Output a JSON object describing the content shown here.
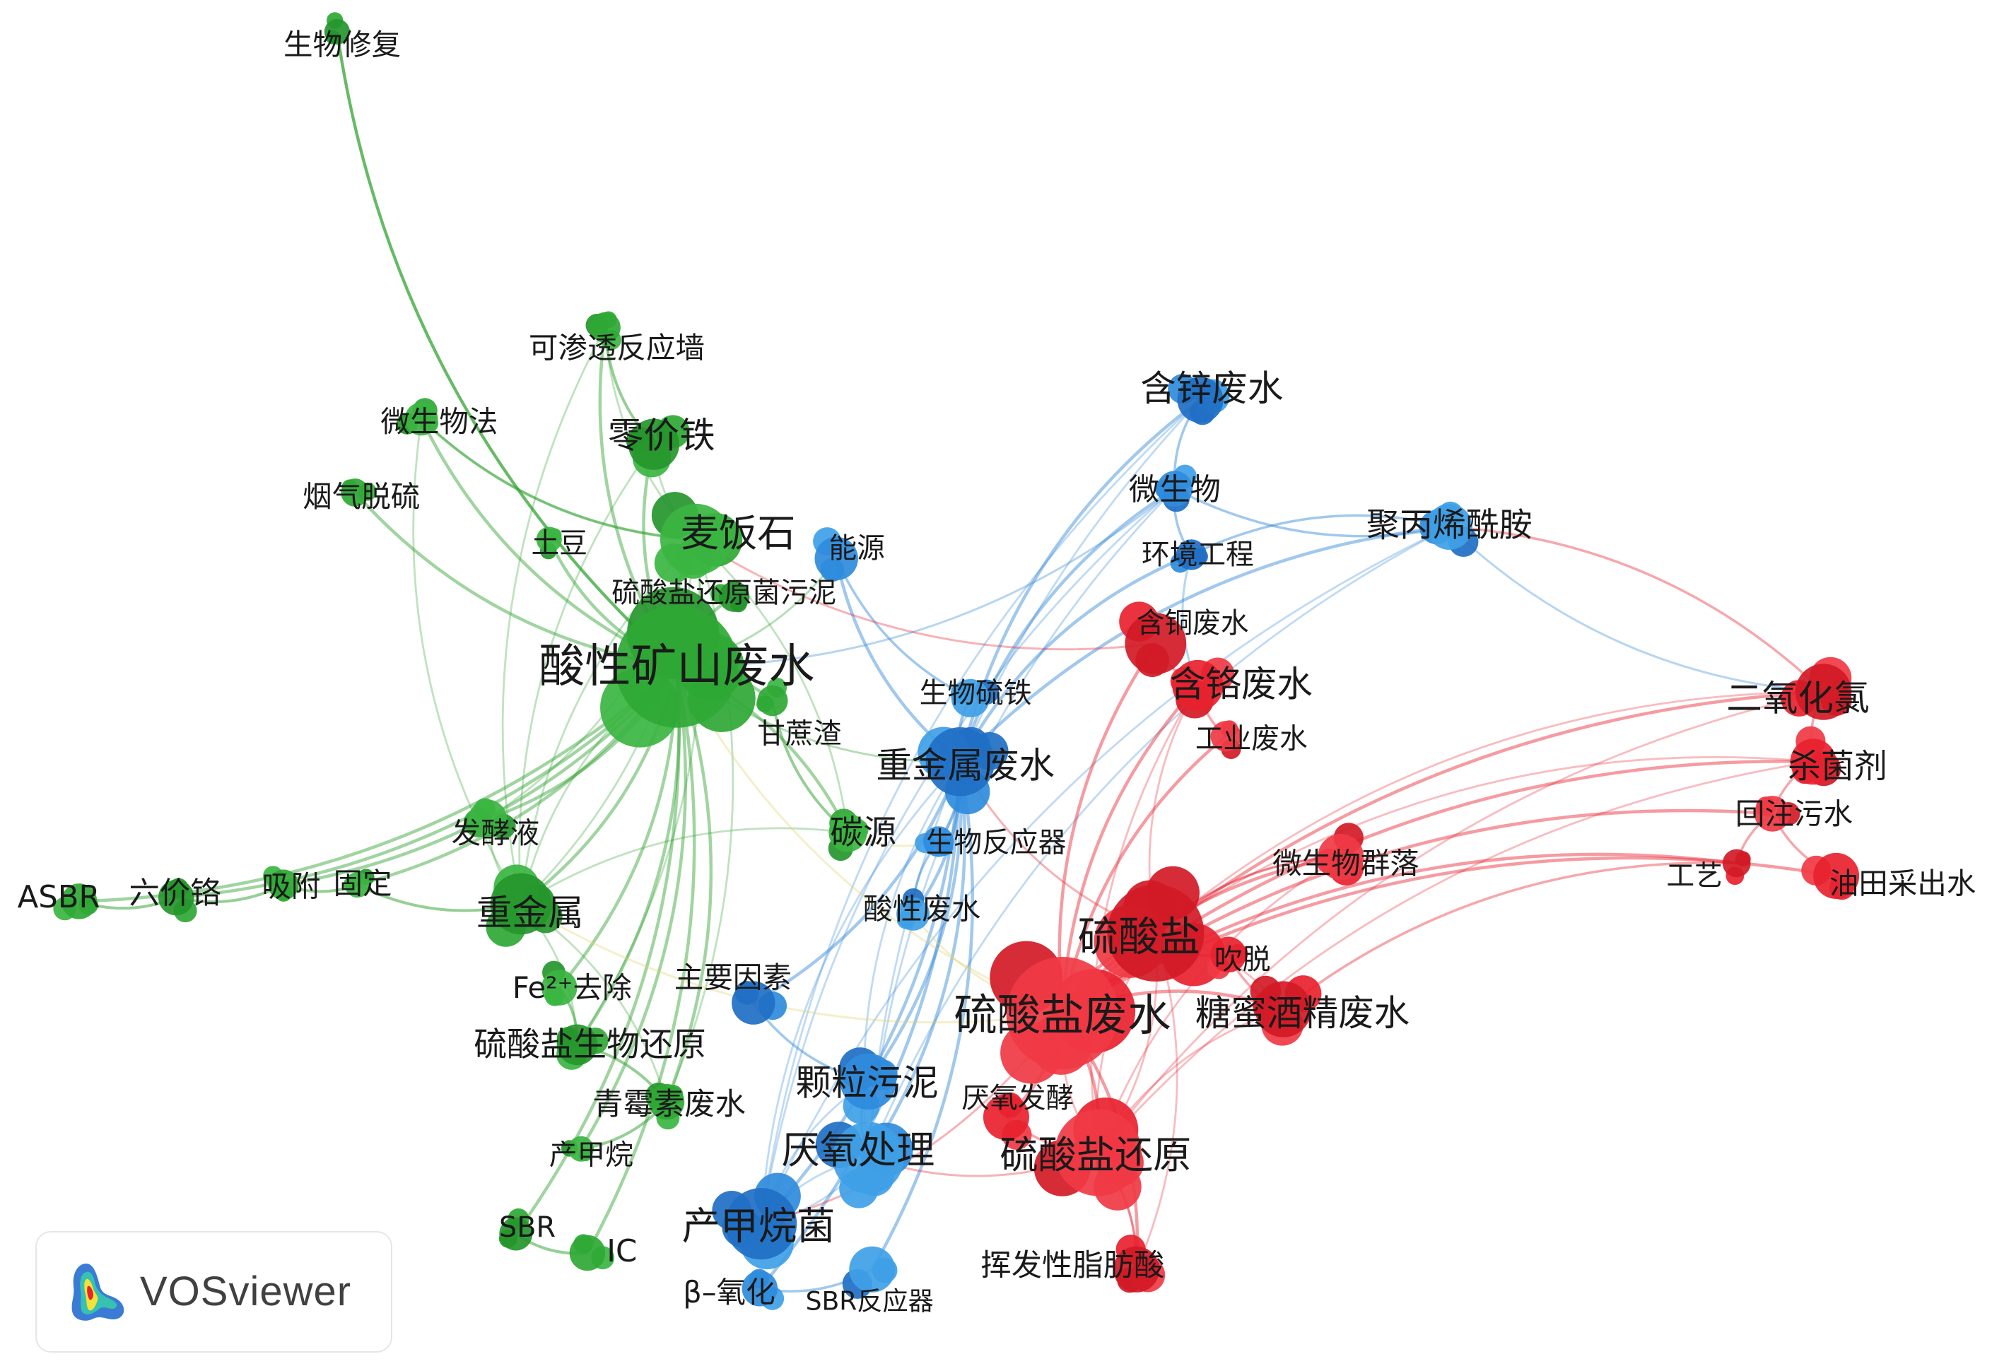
{
  "palette": {
    "green": "#2ca02c",
    "blue": "#2e86d6",
    "red": "#e8222f",
    "edge_yellow": "#e0d26a"
  },
  "nodes": [
    {
      "id": "n1",
      "label": "酸性矿山废水",
      "cluster": "green",
      "weight": 5
    },
    {
      "id": "n2",
      "label": "麦饭石",
      "cluster": "green",
      "weight": 3
    },
    {
      "id": "n3",
      "label": "零价铁",
      "cluster": "green",
      "weight": 2
    },
    {
      "id": "n4",
      "label": "可渗透反应墙",
      "cluster": "green",
      "weight": 2
    },
    {
      "id": "n5",
      "label": "微生物法",
      "cluster": "green",
      "weight": 2
    },
    {
      "id": "n6",
      "label": "生物修复",
      "cluster": "green",
      "weight": 1
    },
    {
      "id": "n7",
      "label": "烟气脱硫",
      "cluster": "green",
      "weight": 1
    },
    {
      "id": "n8",
      "label": "土豆",
      "cluster": "green",
      "weight": 1
    },
    {
      "id": "n9",
      "label": "硫酸盐还原菌污泥",
      "cluster": "green",
      "weight": 1
    },
    {
      "id": "n10",
      "label": "甘蔗渣",
      "cluster": "green",
      "weight": 1
    },
    {
      "id": "n11",
      "label": "发酵液",
      "cluster": "green",
      "weight": 2
    },
    {
      "id": "n12",
      "label": "重金属",
      "cluster": "green",
      "weight": 3
    },
    {
      "id": "n13",
      "label": "吸附",
      "cluster": "green",
      "weight": 1
    },
    {
      "id": "n14",
      "label": "固定",
      "cluster": "green",
      "weight": 1
    },
    {
      "id": "n15",
      "label": "六价铬",
      "cluster": "green",
      "weight": 1
    },
    {
      "id": "n16",
      "label": "ASBR",
      "cluster": "green",
      "weight": 1
    },
    {
      "id": "n17",
      "label": "Fe²⁺去除",
      "cluster": "green",
      "weight": 1
    },
    {
      "id": "n18",
      "label": "硫酸盐生物还原",
      "cluster": "green",
      "weight": 2
    },
    {
      "id": "n19",
      "label": "青霉素废水",
      "cluster": "green",
      "weight": 2
    },
    {
      "id": "n20",
      "label": "产甲烷",
      "cluster": "green",
      "weight": 1
    },
    {
      "id": "n21",
      "label": "SBR",
      "cluster": "green",
      "weight": 1
    },
    {
      "id": "n22",
      "label": "IC",
      "cluster": "green",
      "weight": 1
    },
    {
      "id": "n23",
      "label": "碳源",
      "cluster": "green",
      "weight": 2
    },
    {
      "id": "n24",
      "label": "含锌废水",
      "cluster": "blue",
      "weight": 2
    },
    {
      "id": "n25",
      "label": "微生物",
      "cluster": "blue",
      "weight": 2
    },
    {
      "id": "n26",
      "label": "聚丙烯酰胺",
      "cluster": "blue",
      "weight": 2
    },
    {
      "id": "n27",
      "label": "环境工程",
      "cluster": "blue",
      "weight": 1
    },
    {
      "id": "n28",
      "label": "能源",
      "cluster": "blue",
      "weight": 1
    },
    {
      "id": "n29",
      "label": "生物硫铁",
      "cluster": "blue",
      "weight": 1
    },
    {
      "id": "n30",
      "label": "重金属废水",
      "cluster": "blue",
      "weight": 3
    },
    {
      "id": "n31",
      "label": "生物反应器",
      "cluster": "blue",
      "weight": 1
    },
    {
      "id": "n32",
      "label": "酸性废水",
      "cluster": "blue",
      "weight": 1
    },
    {
      "id": "n33",
      "label": "主要因素",
      "cluster": "blue",
      "weight": 1
    },
    {
      "id": "n34",
      "label": "颗粒污泥",
      "cluster": "blue",
      "weight": 2
    },
    {
      "id": "n35",
      "label": "厌氧处理",
      "cluster": "blue",
      "weight": 3
    },
    {
      "id": "n36",
      "label": "产甲烷菌",
      "cluster": "blue",
      "weight": 3
    },
    {
      "id": "n37",
      "label": "β–氧化",
      "cluster": "blue",
      "weight": 1
    },
    {
      "id": "n38",
      "label": "SBR反应器",
      "cluster": "blue",
      "weight": 1
    },
    {
      "id": "n39",
      "label": "含铜废水",
      "cluster": "red",
      "weight": 1
    },
    {
      "id": "n40",
      "label": "含铬废水",
      "cluster": "red",
      "weight": 2
    },
    {
      "id": "n41",
      "label": "工业废水",
      "cluster": "red",
      "weight": 1
    },
    {
      "id": "n42",
      "label": "二氧化氯",
      "cluster": "red",
      "weight": 2
    },
    {
      "id": "n43",
      "label": "杀菌剂",
      "cluster": "red",
      "weight": 2
    },
    {
      "id": "n44",
      "label": "回注污水",
      "cluster": "red",
      "weight": 1
    },
    {
      "id": "n45",
      "label": "工艺",
      "cluster": "red",
      "weight": 1
    },
    {
      "id": "n46",
      "label": "油田采出水",
      "cluster": "red",
      "weight": 1
    },
    {
      "id": "n47",
      "label": "微生物群落",
      "cluster": "red",
      "weight": 2
    },
    {
      "id": "n48",
      "label": "硫酸盐",
      "cluster": "red",
      "weight": 4
    },
    {
      "id": "n49",
      "label": "吹脱",
      "cluster": "red",
      "weight": 1
    },
    {
      "id": "n50",
      "label": "硫酸盐废水",
      "cluster": "red",
      "weight": 5
    },
    {
      "id": "n51",
      "label": "糖蜜酒精废水",
      "cluster": "red",
      "weight": 3
    },
    {
      "id": "n52",
      "label": "厌氧发酵",
      "cluster": "red",
      "weight": 1
    },
    {
      "id": "n53",
      "label": "硫酸盐还原",
      "cluster": "red",
      "weight": 4
    },
    {
      "id": "n54",
      "label": "挥发性脂肪酸",
      "cluster": "red",
      "weight": 2
    }
  ],
  "watermark": {
    "text": "VOSviewer"
  }
}
